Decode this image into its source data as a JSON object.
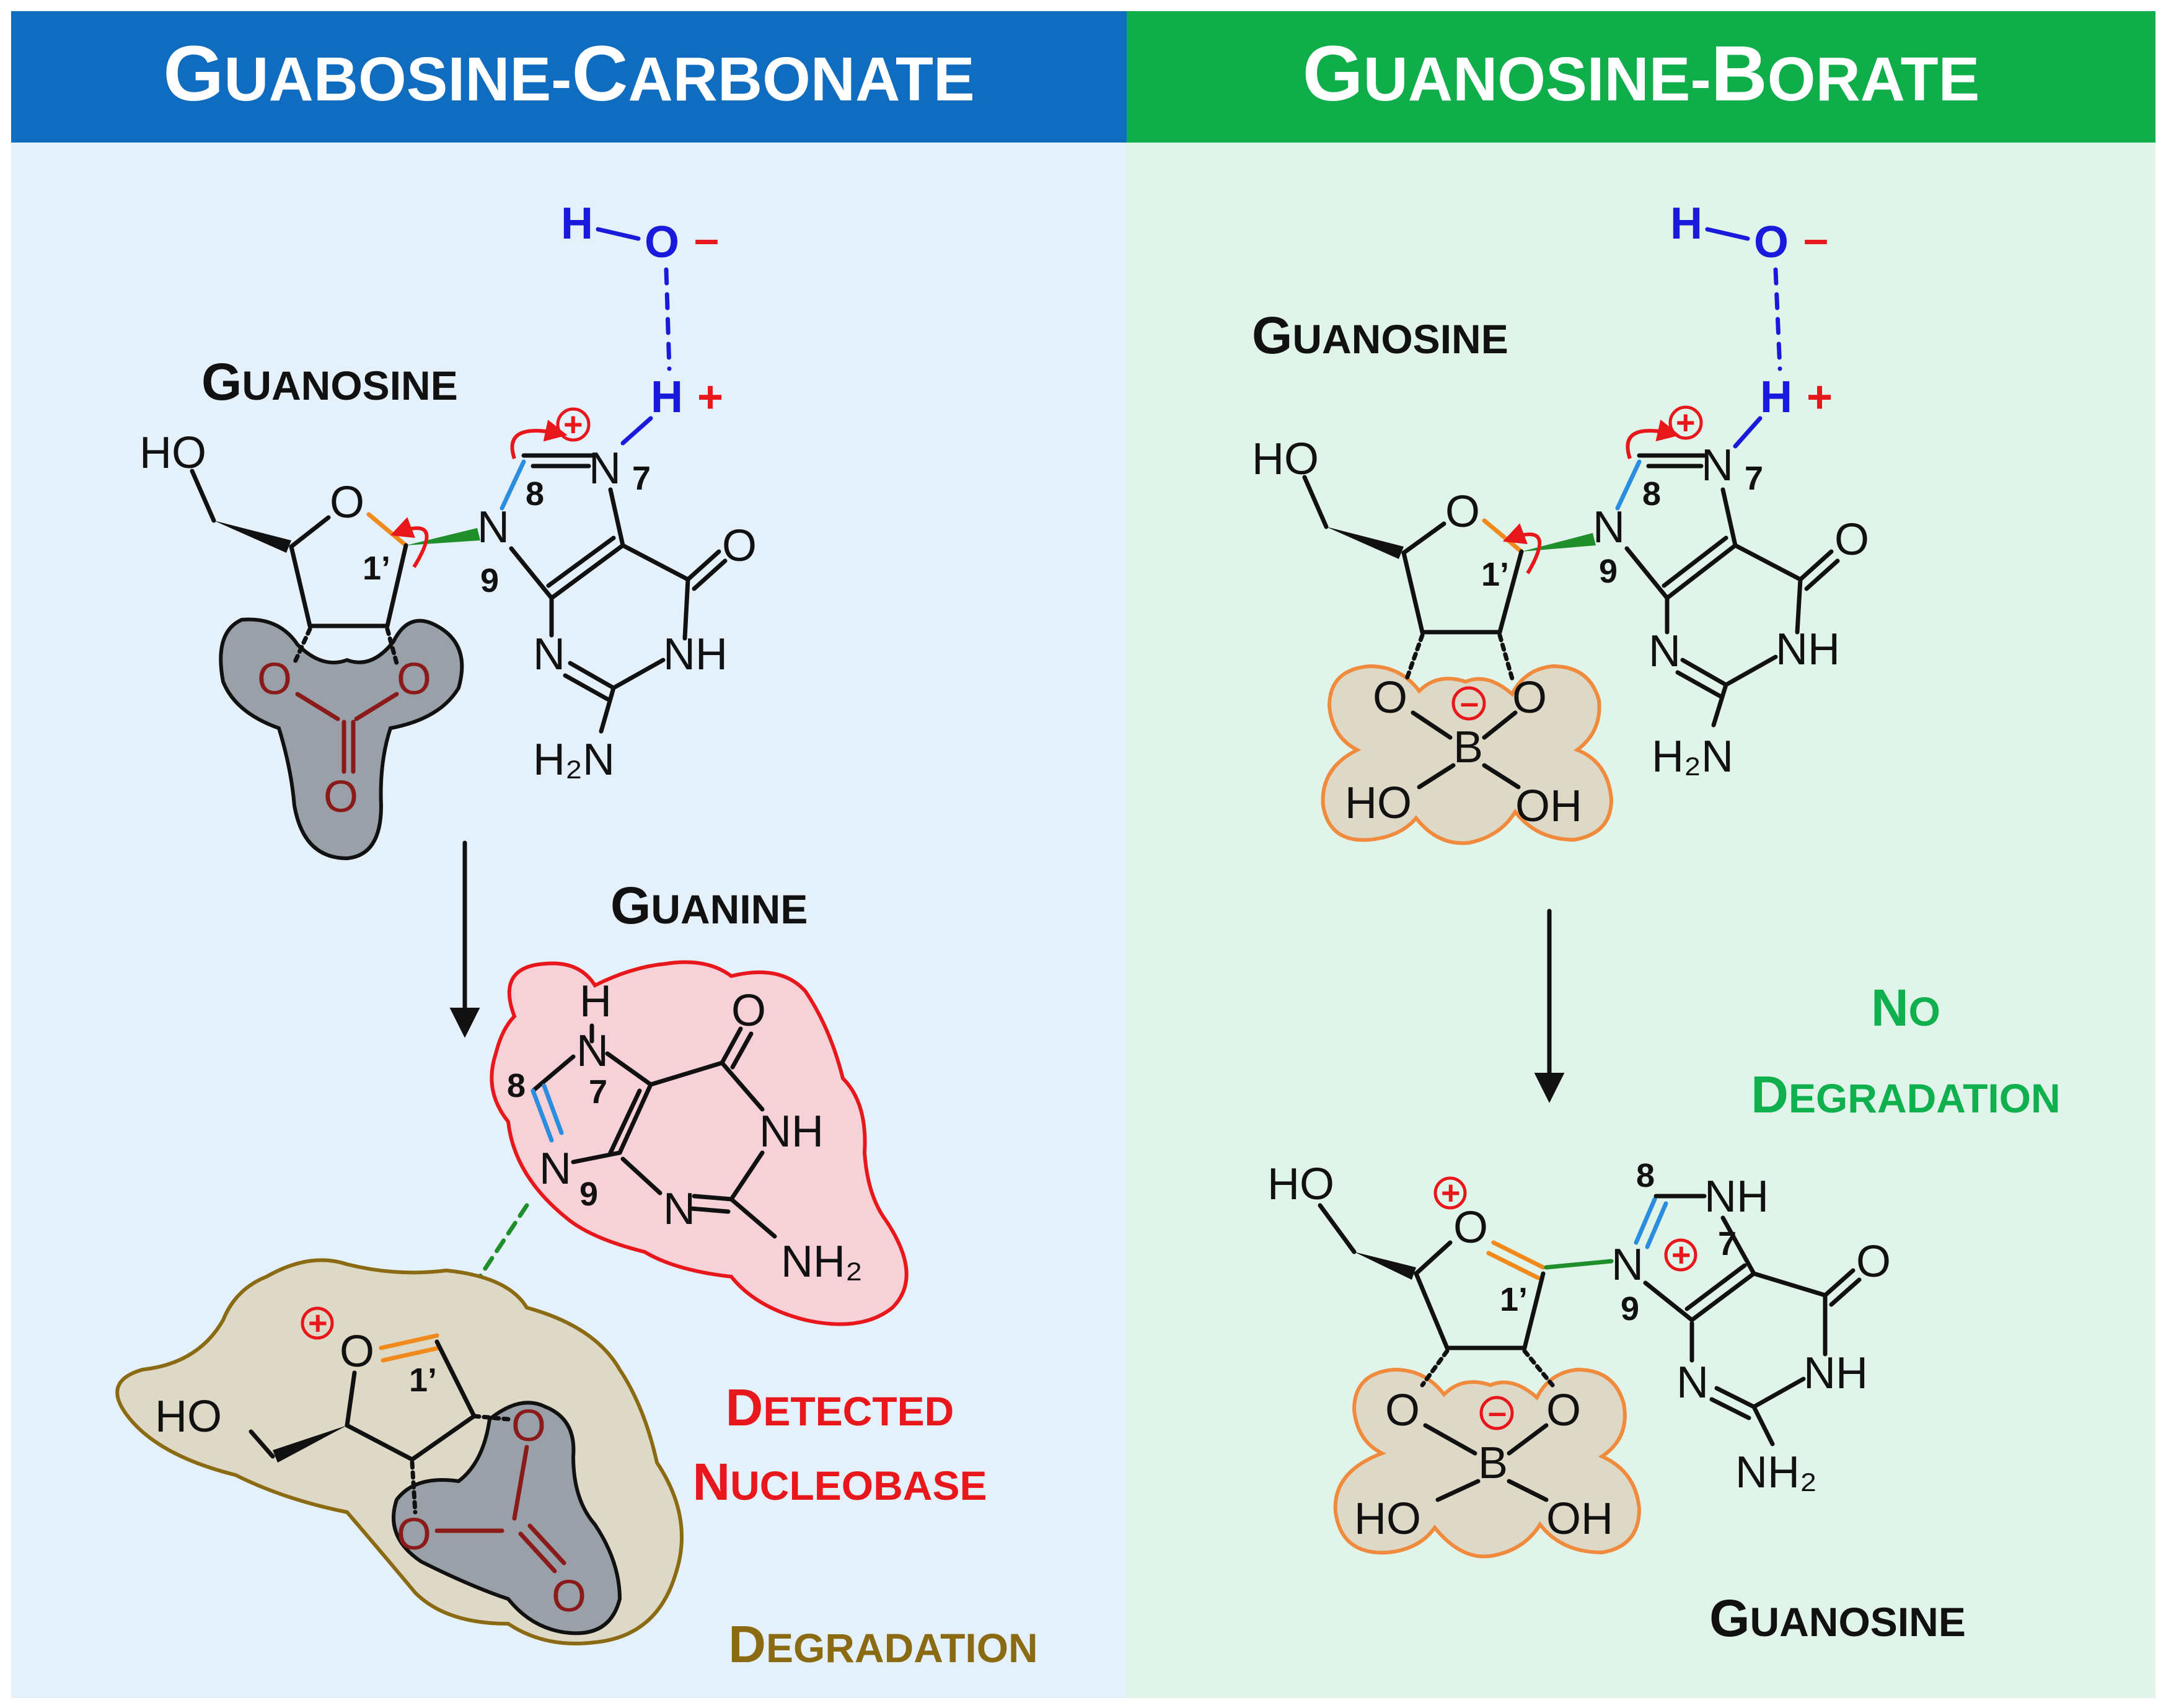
{
  "panels": {
    "left": {
      "header": "Guabosine-Carbonate",
      "header_color": "#0f6cbf",
      "background": "#e4f0fa"
    },
    "right": {
      "header": "Guanosine-Borate",
      "header_color": "#0fae4b",
      "background": "#e0f4ea"
    }
  },
  "left": {
    "guanosine_label": "Guanosine",
    "guanine_label": "Guanine",
    "detected_label_1": "Detected",
    "detected_label_2": "nucleobase",
    "degradation_label": "degradation",
    "colors": {
      "detected": "#e8171c",
      "degradation": "#8a6a12",
      "carbonate": "#8b1a1a"
    }
  },
  "right": {
    "guanosine_top_label": "Guanosine",
    "no_label": "No",
    "degradation_label": "degradation",
    "guanosine_bottom_label": "Guanosine",
    "colors": {
      "no_degradation": "#10b04f",
      "borate_outline": "#f08a3c"
    }
  },
  "atoms": {
    "H": "H",
    "O": "O",
    "minus": "–",
    "plus": "+",
    "HO": "HO",
    "N": "N",
    "NH": "NH",
    "H2N": "H₂N",
    "NH2": "NH₂",
    "B": "B",
    "OH": "OH",
    "n8": "8",
    "n7": "7",
    "n9": "9",
    "n1p": "1’"
  },
  "colors": {
    "water": "#1a1adc",
    "charge": "#e8171c",
    "bond_blue": "#2a8de0",
    "bond_orange": "#f08a1c",
    "wedge_green": "#1e8f2a"
  }
}
